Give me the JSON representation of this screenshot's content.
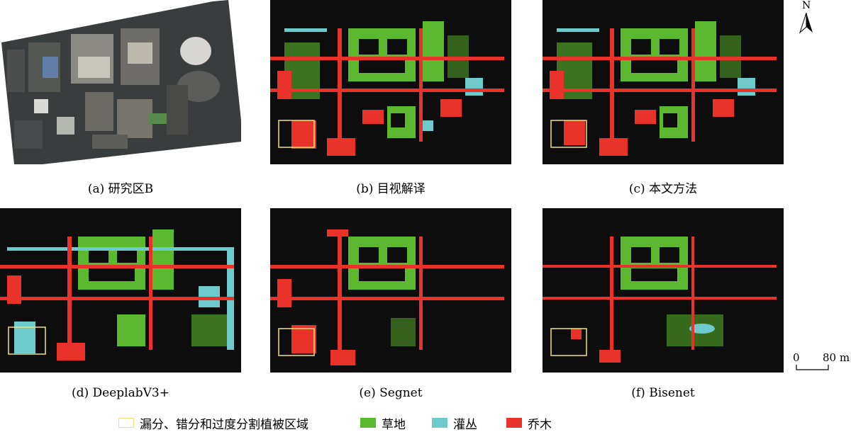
{
  "captions": {
    "a": "(a) 研究区B",
    "b": "(b) 目视解译",
    "c": "(c) 本文方法",
    "d": "(d) DeeplabV3+",
    "e": "(e) Segnet",
    "f": "(f) Bisenet"
  },
  "north_arrow": {
    "label": "N",
    "icon": "north-arrow-icon"
  },
  "scale_bar": {
    "start": "0",
    "end": "80 m"
  },
  "legend": [
    {
      "label": "漏分、错分和过度分割植被区域",
      "color": "#f2e27a",
      "style": "outline"
    },
    {
      "label": "草地",
      "color": "#5cb82e",
      "style": "fill"
    },
    {
      "label": "灌丛",
      "color": "#6fcacb",
      "style": "fill"
    },
    {
      "label": "乔木",
      "color": "#e8322a",
      "style": "fill"
    }
  ],
  "colors": {
    "background": "#0d0d0d",
    "grass": "#5cb82e",
    "shrub": "#6fcacb",
    "tree": "#e8322a",
    "highlight": "#f2e27a"
  }
}
